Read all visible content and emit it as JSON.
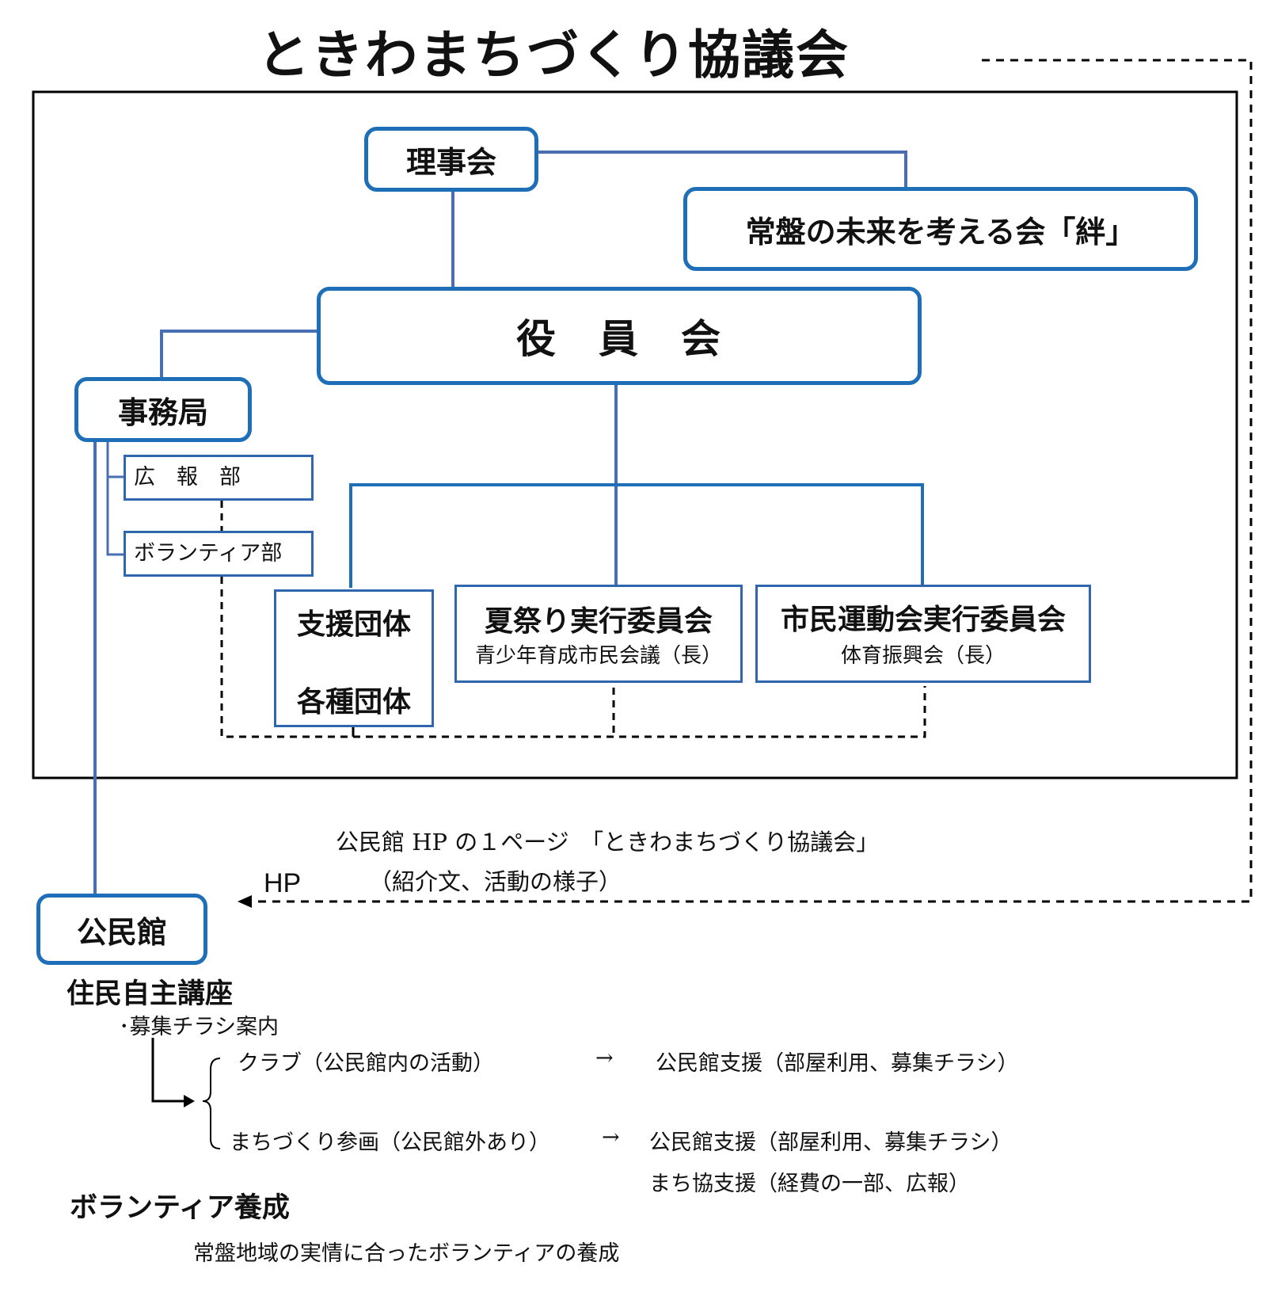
{
  "title": "ときわまちづくり協議会",
  "nodes": {
    "rijikai": "理事会",
    "kizuna": "常盤の未来を考える会「絆」",
    "yakuinkai": "役　員　会",
    "jimukyoku": "事務局",
    "kohobu": "広　報　部",
    "volunteerbu": "ボランティア部",
    "shien": "支援団体",
    "kakushu": "各種団体",
    "natsumatsuri": "夏祭り実行委員会",
    "natsumatsuri_sub": "青少年育成市民会議（長）",
    "undokai": "市民運動会実行委員会",
    "undokai_sub": "体育振興会（長）",
    "kominkan": "公民館"
  },
  "hp_note": {
    "line1": "公民館 HP の１ページ　「ときわまちづくり協議会」",
    "line2": "（紹介文、活動の様子）",
    "arrow_label": "HP"
  },
  "sections": {
    "jishu_title": "住民自主講座",
    "bosyu": "･募集チラシ案内",
    "club": "クラブ（公民館内の活動）",
    "club_arrow": "→",
    "club_support": "公民館支援（部屋利用、募集チラシ）",
    "machi": "まちづくり参画（公民館外あり）",
    "machi_arrow": "→",
    "machi_support1": "公民館支援（部屋利用、募集チラシ）",
    "machi_support2": "まち協支援（経費の一部、広報）",
    "volunteer_title": "ボランティア養成",
    "volunteer_desc": "常盤地域の実情に合ったボランティアの養成"
  },
  "colors": {
    "rounded_border": "#1f6fb8",
    "connector": "#4a6fb0",
    "text": "#111111"
  }
}
